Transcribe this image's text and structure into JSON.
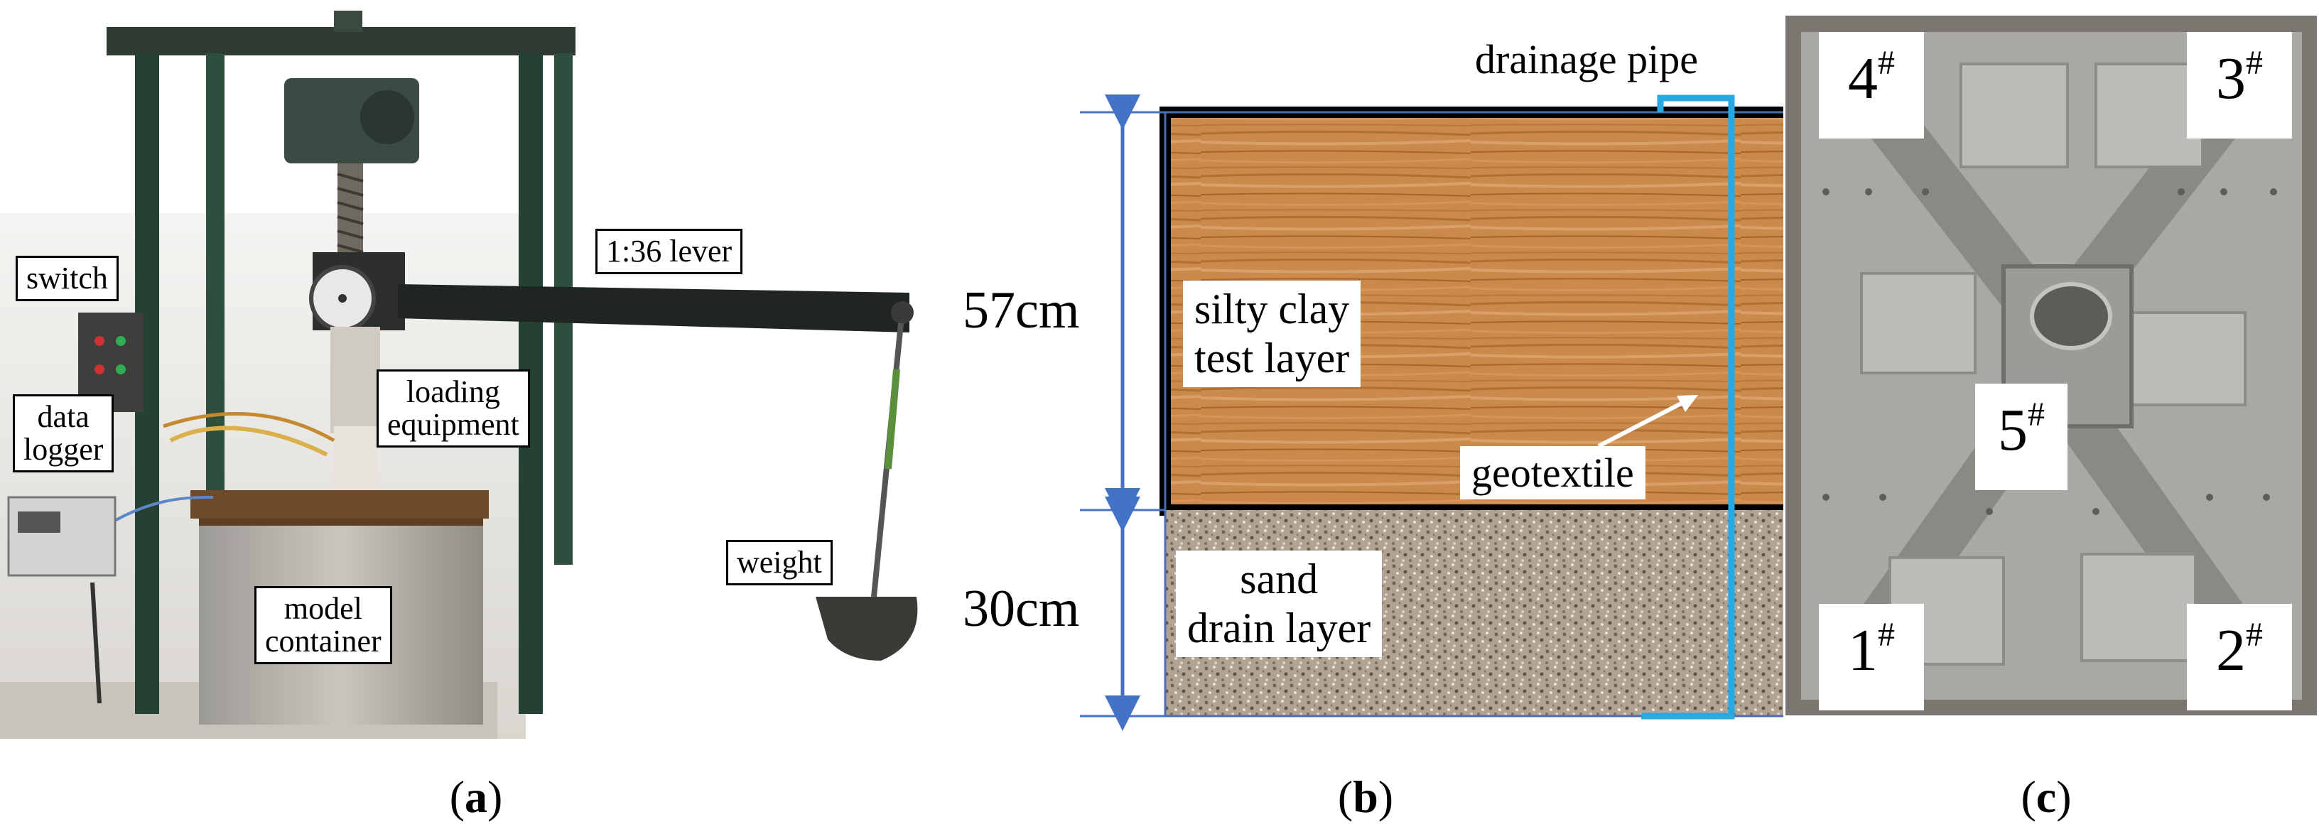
{
  "panel_a": {
    "labels": {
      "switch": "switch",
      "data_logger": "data\nlogger",
      "lever": "1:36 lever",
      "loading_equipment": "loading\nequipment",
      "model_container": "model\ncontainer",
      "weight": "weight"
    },
    "caption": {
      "open": "(",
      "letter": "a",
      "close": ")"
    }
  },
  "panel_b": {
    "top_label": "drainage pipe",
    "dim_upper": "57cm",
    "dim_lower": "30cm",
    "upper_layer": "silty clay\ntest layer",
    "geotextile": "geotextile",
    "lower_layer": "sand\ndrain layer",
    "colors": {
      "pipe": "#29a9e1",
      "arrow": "#4472c4",
      "wood": "#c8894d",
      "sand": "#a89a8a"
    },
    "caption": {
      "open": "(",
      "letter": "b",
      "close": ")"
    }
  },
  "panel_c": {
    "labels": [
      {
        "num": "4",
        "sup": "#"
      },
      {
        "num": "3",
        "sup": "#"
      },
      {
        "num": "5",
        "sup": "#"
      },
      {
        "num": "1",
        "sup": "#"
      },
      {
        "num": "2",
        "sup": "#"
      }
    ],
    "caption": {
      "open": "(",
      "letter": "c",
      "close": ")"
    }
  }
}
